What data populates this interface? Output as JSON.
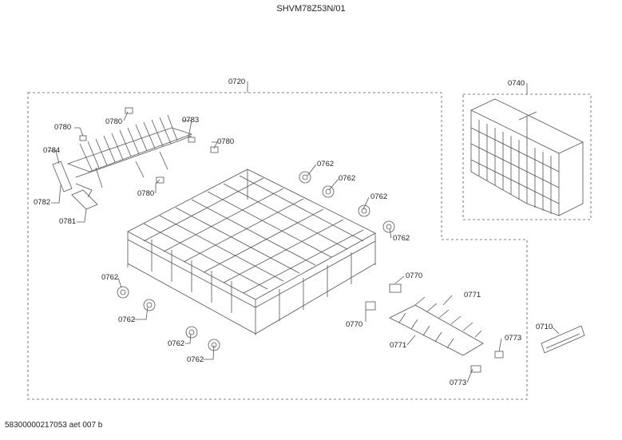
{
  "title": "SHVM78Z53N/01",
  "footer": "58300000217053 aet 007 b",
  "part_labels": [
    "0720",
    "0740",
    "0780",
    "0780",
    "0783",
    "0780",
    "0784",
    "0782",
    "0781",
    "0780",
    "0762",
    "0762",
    "0762",
    "0762",
    "0762",
    "0762",
    "0762",
    "0762",
    "0770",
    "0770",
    "0771",
    "0771",
    "0710",
    "0773",
    "0773"
  ]
}
